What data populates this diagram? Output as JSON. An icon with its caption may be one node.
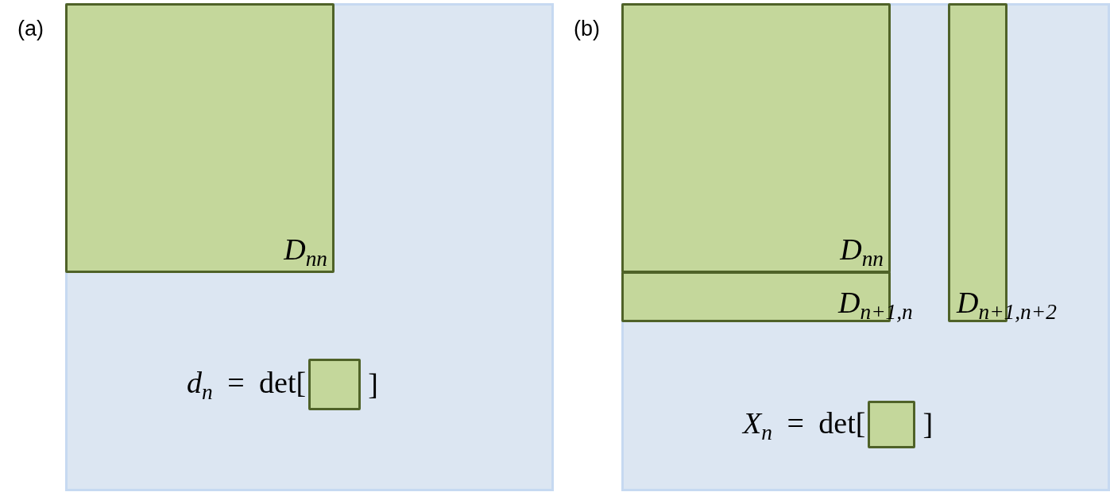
{
  "diagram": {
    "nodes": [
      {
        "text": [
          "*d*$_{n}$ = det[",
          "]"
        ]
      },
      {
        "text": [
          "D$_{nn}$"
        ],
        "in": 0
      },
      {
        "text": [],
        "shape": "box",
        "in": 0
      },
      {
        "text": [
          "*X*$_{n}$ = det[",
          "]"
        ]
      },
      {
        "text": [
          "D$_{nn}$"
        ],
        "in": 3
      },
      {
        "text": [
          "D$_{n+1,n}$"
        ],
        "in": 3
      },
      {
        "text": [
          "D$_{n+1,n+2}$"
        ],
        "in": 3
      },
      {
        "text": [],
        "shape": "box",
        "in": 3
      }
    ],
    "labels": [
      "(a)",
      "(b)"
    ]
  }
}
